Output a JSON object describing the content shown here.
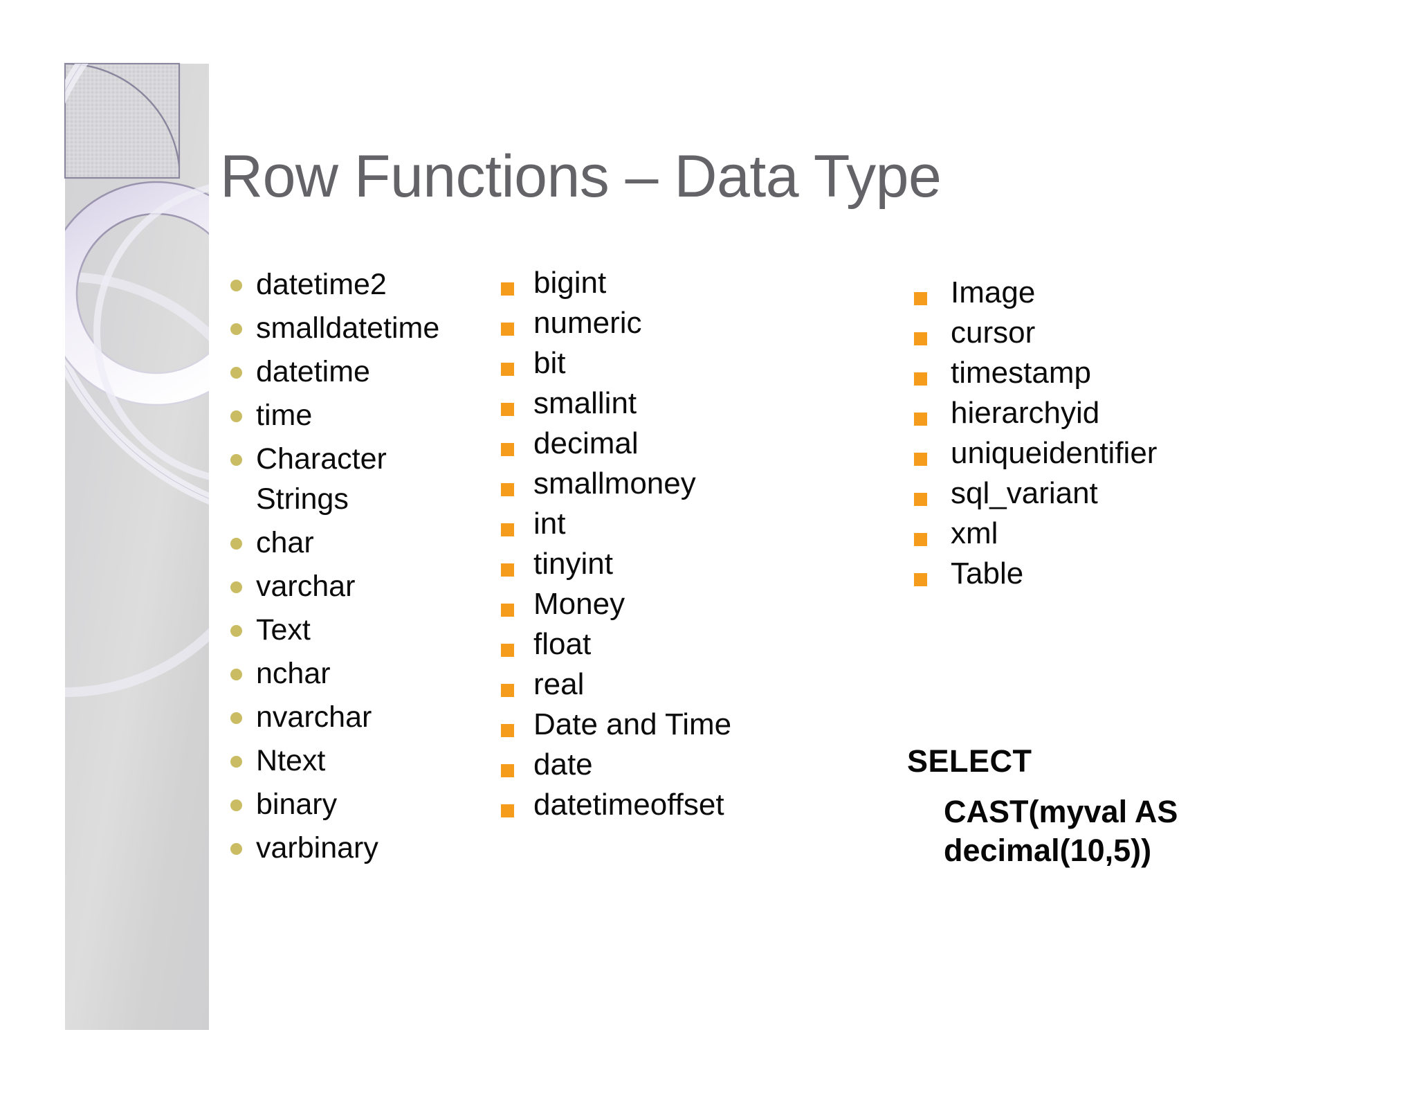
{
  "slide": {
    "title": "Row Functions – Data Type",
    "title_color": "#646468",
    "background_color": "#ffffff"
  },
  "decoration": {
    "band_color": "#d4d4d6",
    "ring_color": "#8b869e",
    "ring_highlight": "#ece8f4",
    "name": "left-decorative-band"
  },
  "columns": [
    {
      "id": "column-1",
      "bullet_style": "dot",
      "bullet_color": "#c9bc63",
      "items": [
        "datetime2",
        "smalldatetime",
        "datetime",
        "time",
        "Character Strings",
        "char",
        "varchar",
        "Text",
        "nchar",
        "nvarchar",
        "Ntext",
        "binary",
        "varbinary"
      ]
    },
    {
      "id": "column-2",
      "bullet_style": "square",
      "bullet_color": "#f59c1c",
      "items": [
        "bigint",
        "numeric",
        "bit",
        "smallint",
        "decimal",
        "smallmoney",
        "int",
        "tinyint",
        "Money",
        "float",
        "real",
        "Date and Time",
        "date",
        "datetimeoffset"
      ]
    },
    {
      "id": "column-3",
      "bullet_style": "square",
      "bullet_color": "#f59c1c",
      "items": [
        "Image",
        "cursor",
        "timestamp",
        "hierarchyid",
        "uniqueidentifier",
        "sql_variant",
        "xml",
        "Table"
      ]
    }
  ],
  "code_example": {
    "line1": "SELECT",
    "line2": "CAST(myval AS decimal(10,5))"
  }
}
